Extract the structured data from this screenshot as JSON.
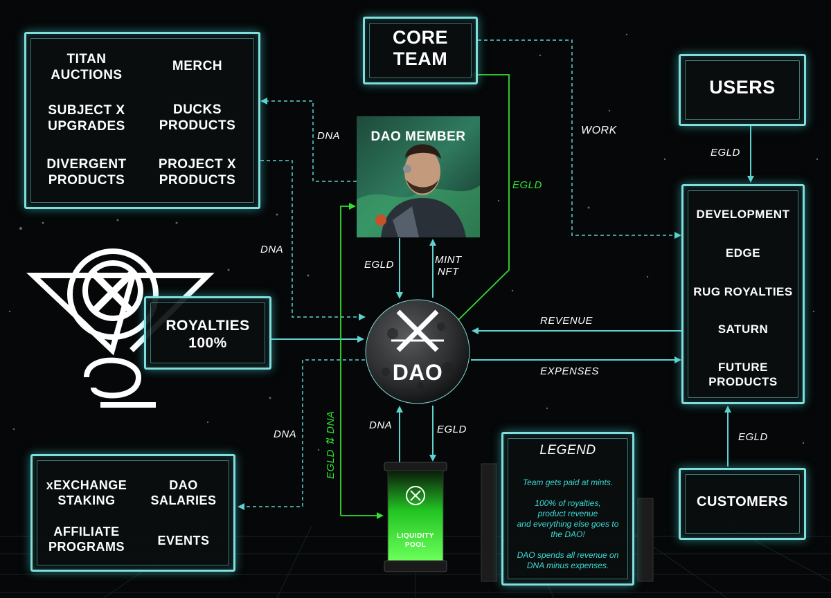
{
  "revenue_sources": {
    "items": [
      {
        "label": "TITAN\nAUCTIONS"
      },
      {
        "label": "MERCH"
      },
      {
        "label": "SUBJECT X\nUPGRADES"
      },
      {
        "label": "DUCKS\nPRODUCTS"
      },
      {
        "label": "DIVERGENT\nPRODUCTS"
      },
      {
        "label": "PROJECT X\nPRODUCTS"
      }
    ]
  },
  "core_team": {
    "label": "CORE\nTEAM"
  },
  "users": {
    "label": "USERS"
  },
  "dao_member": {
    "label": "DAO MEMBER"
  },
  "royalties": {
    "label": "ROYALTIES\n100%"
  },
  "dao": {
    "label": "DAO"
  },
  "products": {
    "items": [
      {
        "label": "DEVELOPMENT"
      },
      {
        "label": "EDGE"
      },
      {
        "label": "RUG ROYALTIES"
      },
      {
        "label": "SATURN"
      },
      {
        "label": "FUTURE\nPRODUCTS"
      }
    ]
  },
  "customers": {
    "label": "CUSTOMERS"
  },
  "spending": {
    "items": [
      {
        "label": "xEXCHANGE\nSTAKING"
      },
      {
        "label": "DAO\nSALARIES"
      },
      {
        "label": "AFFILIATE\nPROGRAMS"
      },
      {
        "label": "EVENTS"
      }
    ]
  },
  "liquidity_pool": {
    "label": "LIQUIDITY\nPOOL"
  },
  "legend": {
    "title": "LEGEND",
    "text": "Team gets paid at mints.\n\n100% of royalties,\nproduct revenue\nand everything else goes to\nthe DAO!\n\nDAO spends all revenue on\nDNA minus expenses."
  },
  "edges": {
    "dna_top": "DNA",
    "dna_left": "DNA",
    "dna_bottom_left": "DNA",
    "dna_pool": "DNA",
    "work": "WORK",
    "egld_users": "EGLD",
    "egld_team": "EGLD",
    "egld_member": "EGLD",
    "mint_nft": "MINT\nNFT",
    "revenue": "REVENUE",
    "expenses": "EXPENSES",
    "egld_pool": "EGLD",
    "egld_customers": "EGLD",
    "egld_dna_swap": "EGLD ⇅ DNA"
  },
  "colors": {
    "glow": "#7fdfdc",
    "arrow_cyan": "#5fd3d0",
    "arrow_green": "#33dd33",
    "background": "#050708"
  },
  "icons": {
    "logo": "project-x-logo-icon",
    "avatar": "dao-member-avatar",
    "sphere": "dao-moon-sphere"
  }
}
